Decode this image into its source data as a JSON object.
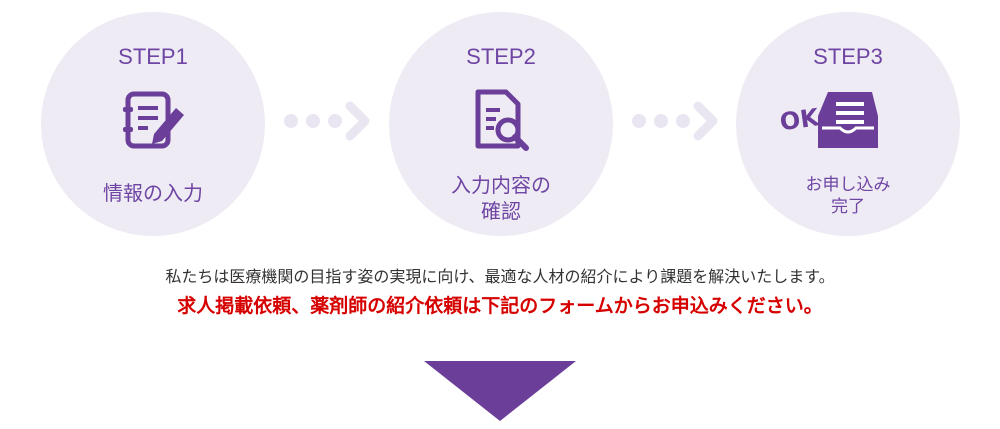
{
  "steps": [
    {
      "step": "STEP1",
      "label_lines": [
        "情報の入力"
      ],
      "icon": "form-edit-icon"
    },
    {
      "step": "STEP2",
      "label_lines": [
        "入力内容の",
        "確認"
      ],
      "icon": "document-search-icon"
    },
    {
      "step": "STEP3",
      "label_lines": [
        "お申し込み",
        "完了"
      ],
      "icon": "ok-inbox-icon"
    }
  ],
  "message": {
    "line1": "私たちは医療機関の目指す姿の実現に向け、最適な人材の紹介により課題を解決いたします。",
    "line2": "求人掲載依頼、薬剤師の紹介依頼は下記のフォームからお申込みください。"
  },
  "colors": {
    "purple": "#6e45a3",
    "circle": "#efebf5",
    "red": "#d60000",
    "arrow": "#e9e5f1"
  }
}
